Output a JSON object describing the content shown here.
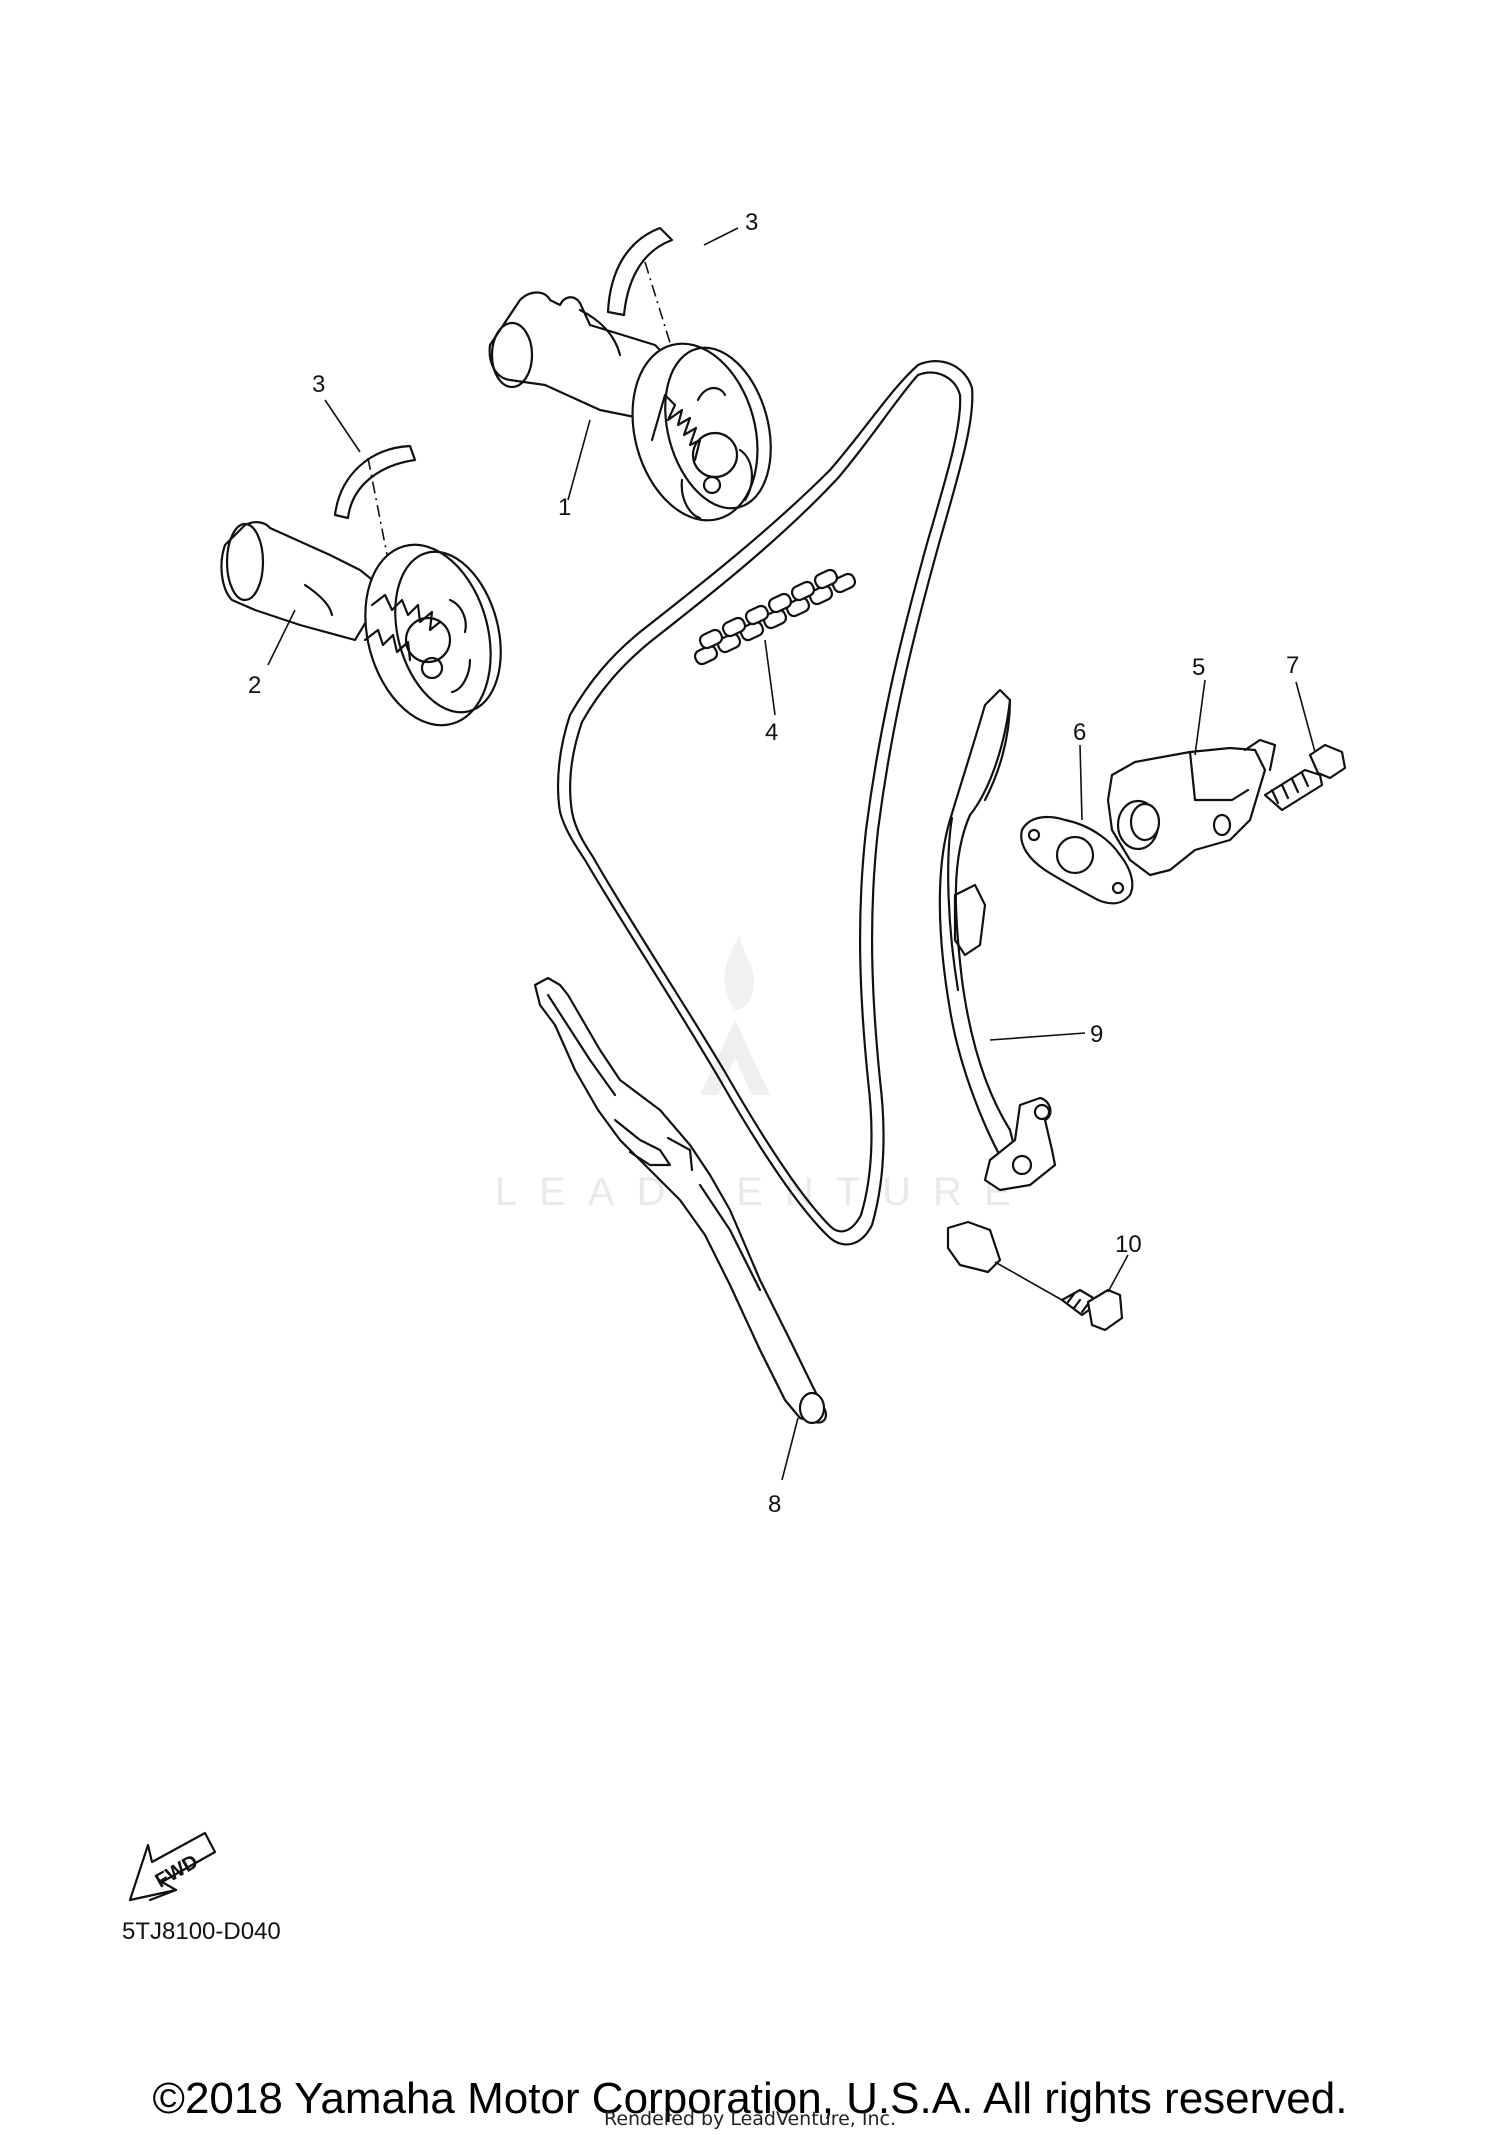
{
  "diagram": {
    "callouts": [
      "1",
      "2",
      "3",
      "3",
      "4",
      "5",
      "6",
      "7",
      "8",
      "9",
      "10"
    ],
    "forward_arrow_label": "FWD",
    "watermark": "LEADVENTURE",
    "code": "5TJ8100-D040"
  },
  "footer": {
    "copyright": "©2018 Yamaha Motor Corporation, U.S.A. All rights reserved.",
    "rendered_by": "Rendered by LeadVenture, Inc."
  }
}
